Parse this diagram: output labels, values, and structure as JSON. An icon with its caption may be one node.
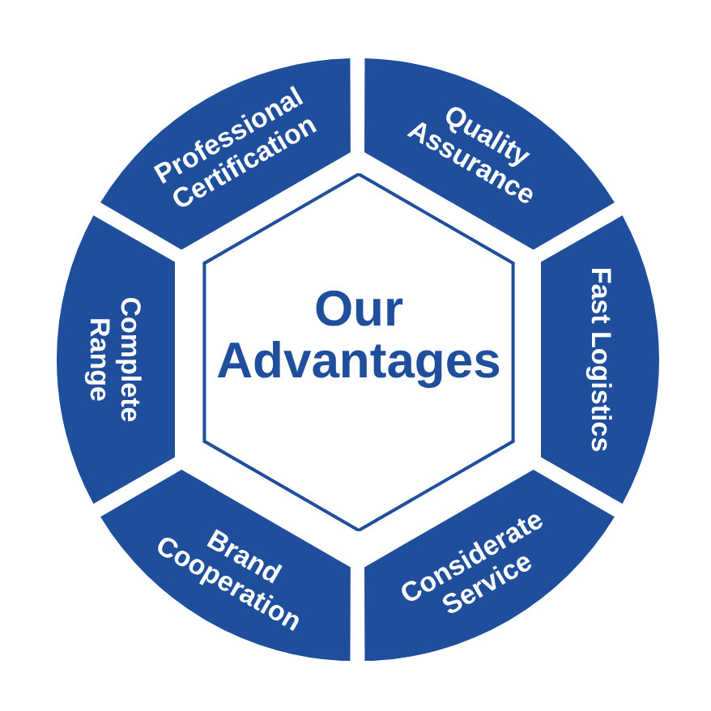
{
  "diagram": {
    "nodes": [
      {
        "text": [
          "Our Advantages"
        ]
      },
      {
        "text": [
          "Professional Certification"
        ]
      },
      {
        "text": [
          "Quality Assurance"
        ]
      },
      {
        "text": [
          "Complete Range"
        ]
      },
      {
        "text": [
          "Fast Logistics"
        ]
      },
      {
        "text": [
          "Brand Cooperation"
        ]
      },
      {
        "text": [
          "Considerate Service"
        ]
      }
    ]
  }
}
